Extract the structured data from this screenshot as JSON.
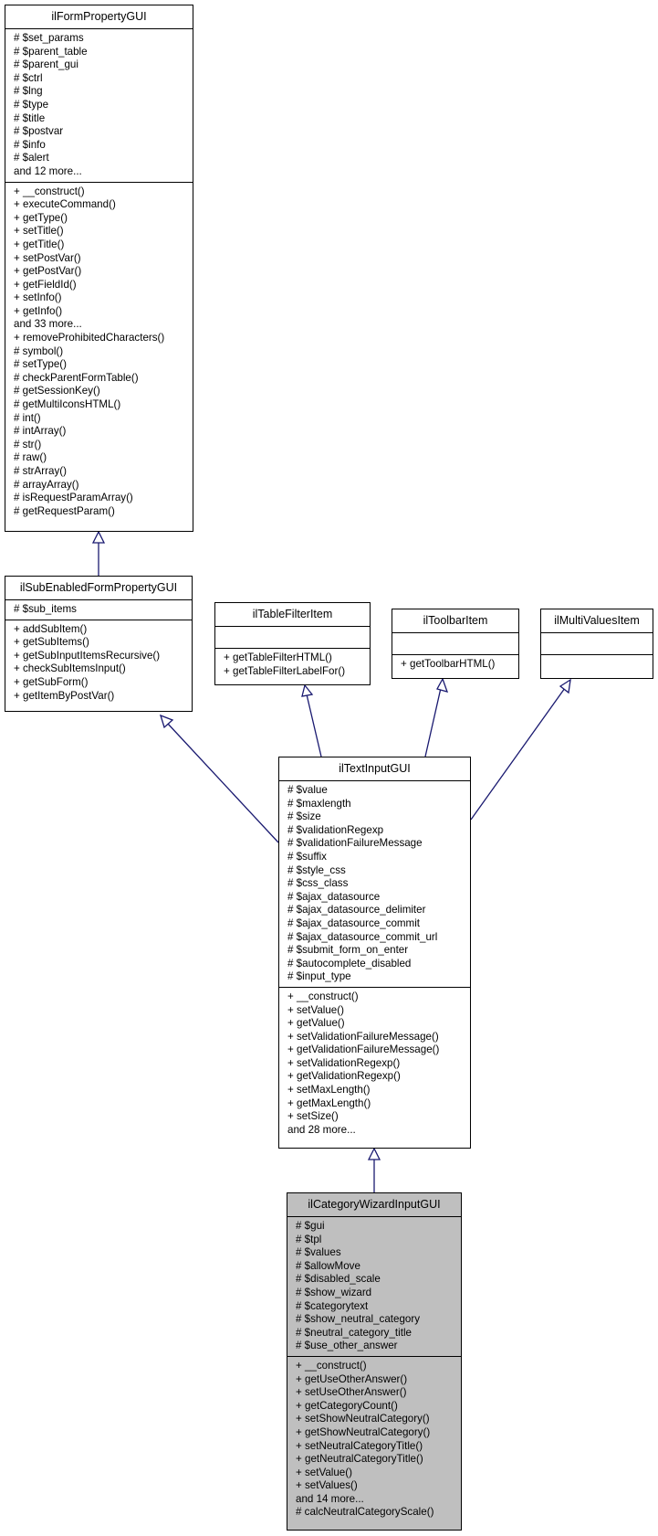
{
  "classes": {
    "form_property": {
      "name": "ilFormPropertyGUI",
      "attributes": [
        "# $set_params",
        "# $parent_table",
        "# $parent_gui",
        "# $ctrl",
        "# $lng",
        "# $type",
        "# $title",
        "# $postvar",
        "# $info",
        "# $alert",
        "and 12 more..."
      ],
      "methods": [
        "+ __construct()",
        "+ executeCommand()",
        "+ getType()",
        "+ setTitle()",
        "+ getTitle()",
        "+ setPostVar()",
        "+ getPostVar()",
        "+ getFieldId()",
        "+ setInfo()",
        "+ getInfo()",
        "and 33 more...",
        "+ removeProhibitedCharacters()",
        "# symbol()",
        "# setType()",
        "# checkParentFormTable()",
        "# getSessionKey()",
        "# getMultiIconsHTML()",
        "# int()",
        "# intArray()",
        "# str()",
        "# raw()",
        "# strArray()",
        "# arrayArray()",
        "# isRequestParamArray()",
        "# getRequestParam()"
      ]
    },
    "sub_enabled": {
      "name": "ilSubEnabledFormPropertyGUI",
      "attributes": [
        "# $sub_items"
      ],
      "methods": [
        "+ addSubItem()",
        "+ getSubItems()",
        "+ getSubInputItemsRecursive()",
        "+ checkSubItemsInput()",
        "+ getSubForm()",
        "+ getItemByPostVar()"
      ]
    },
    "table_filter": {
      "name": "ilTableFilterItem",
      "attributes": [],
      "methods": [
        "+ getTableFilterHTML()",
        "+ getTableFilterLabelFor()"
      ]
    },
    "toolbar": {
      "name": "ilToolbarItem",
      "attributes": [],
      "methods": [
        "+ getToolbarHTML()"
      ]
    },
    "multi_values": {
      "name": "ilMultiValuesItem",
      "attributes": [],
      "methods": []
    },
    "text_input": {
      "name": "ilTextInputGUI",
      "attributes": [
        "# $value",
        "# $maxlength",
        "# $size",
        "# $validationRegexp",
        "# $validationFailureMessage",
        "# $suffix",
        "# $style_css",
        "# $css_class",
        "# $ajax_datasource",
        "# $ajax_datasource_delimiter",
        "# $ajax_datasource_commit",
        "# $ajax_datasource_commit_url",
        "# $submit_form_on_enter",
        "# $autocomplete_disabled",
        "# $input_type"
      ],
      "methods": [
        "+ __construct()",
        "+ setValue()",
        "+ getValue()",
        "+ setValidationFailureMessage()",
        "+ getValidationFailureMessage()",
        "+ setValidationRegexp()",
        "+ getValidationRegexp()",
        "+ setMaxLength()",
        "+ getMaxLength()",
        "+ setSize()",
        "and 28 more..."
      ]
    },
    "category_wizard": {
      "name": "ilCategoryWizardInputGUI",
      "attributes": [
        "# $gui",
        "# $tpl",
        "# $values",
        "# $allowMove",
        "# $disabled_scale",
        "# $show_wizard",
        "# $categorytext",
        "# $show_neutral_category",
        "# $neutral_category_title",
        "# $use_other_answer"
      ],
      "methods": [
        "+ __construct()",
        "+ getUseOtherAnswer()",
        "+ setUseOtherAnswer()",
        "+ getCategoryCount()",
        "+ setShowNeutralCategory()",
        "+ getShowNeutralCategory()",
        "+ setNeutralCategoryTitle()",
        "+ getNeutralCategoryTitle()",
        "+ setValue()",
        "+ setValues()",
        "and 14 more...",
        "# calcNeutralCategoryScale()"
      ]
    }
  },
  "colors": {
    "edge": "#191970",
    "highlight_fill": "#bfbfbf"
  }
}
